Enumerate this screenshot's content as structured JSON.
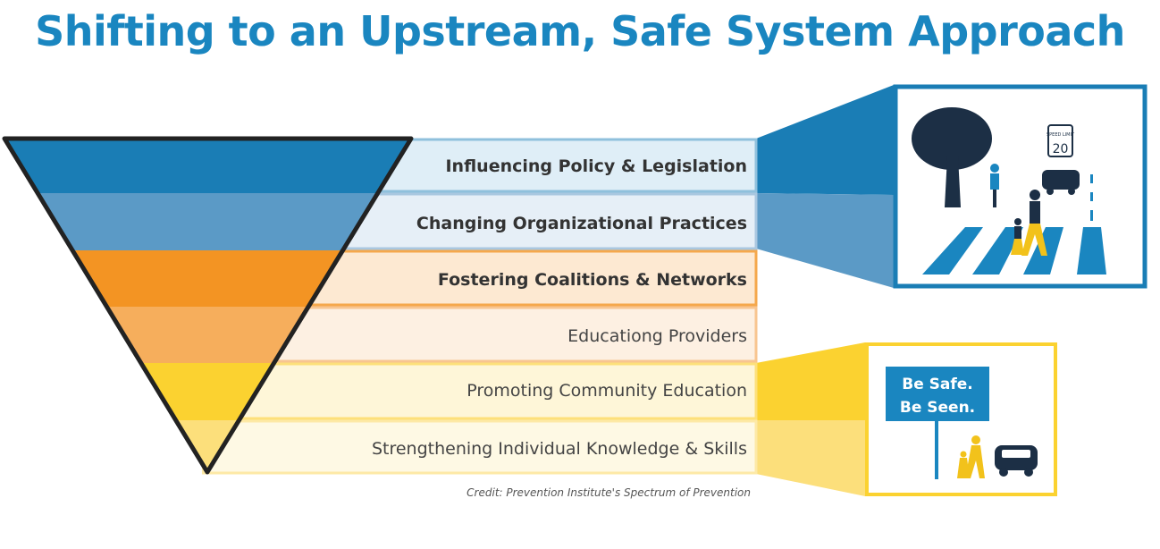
{
  "title": "Shifting to an Upstream, Safe System Approach",
  "levels": [
    {
      "label": "Influencing Policy & Legislation",
      "color": "#1a7db5"
    },
    {
      "label": "Changing Organizational Practices",
      "color": "#5b9ac6"
    },
    {
      "label": "Fostering Coalitions & Networks",
      "color": "#f39423"
    },
    {
      "label": "Educationg Providers",
      "color": "#f6ae5c"
    },
    {
      "label": "Promoting Community Education",
      "color": "#fbd230"
    },
    {
      "label": "Strengthening Individual Knowledge & Skills",
      "color": "#fcdf7b"
    }
  ],
  "credit": "Credit: Prevention Institute's Spectrum of Prevention",
  "upstream_panel": {
    "speed_sign_top": "SPEED LIMIT",
    "speed_value": "20"
  },
  "downstream_panel": {
    "sign_line1": "Be Safe.",
    "sign_line2": "Be Seen."
  }
}
